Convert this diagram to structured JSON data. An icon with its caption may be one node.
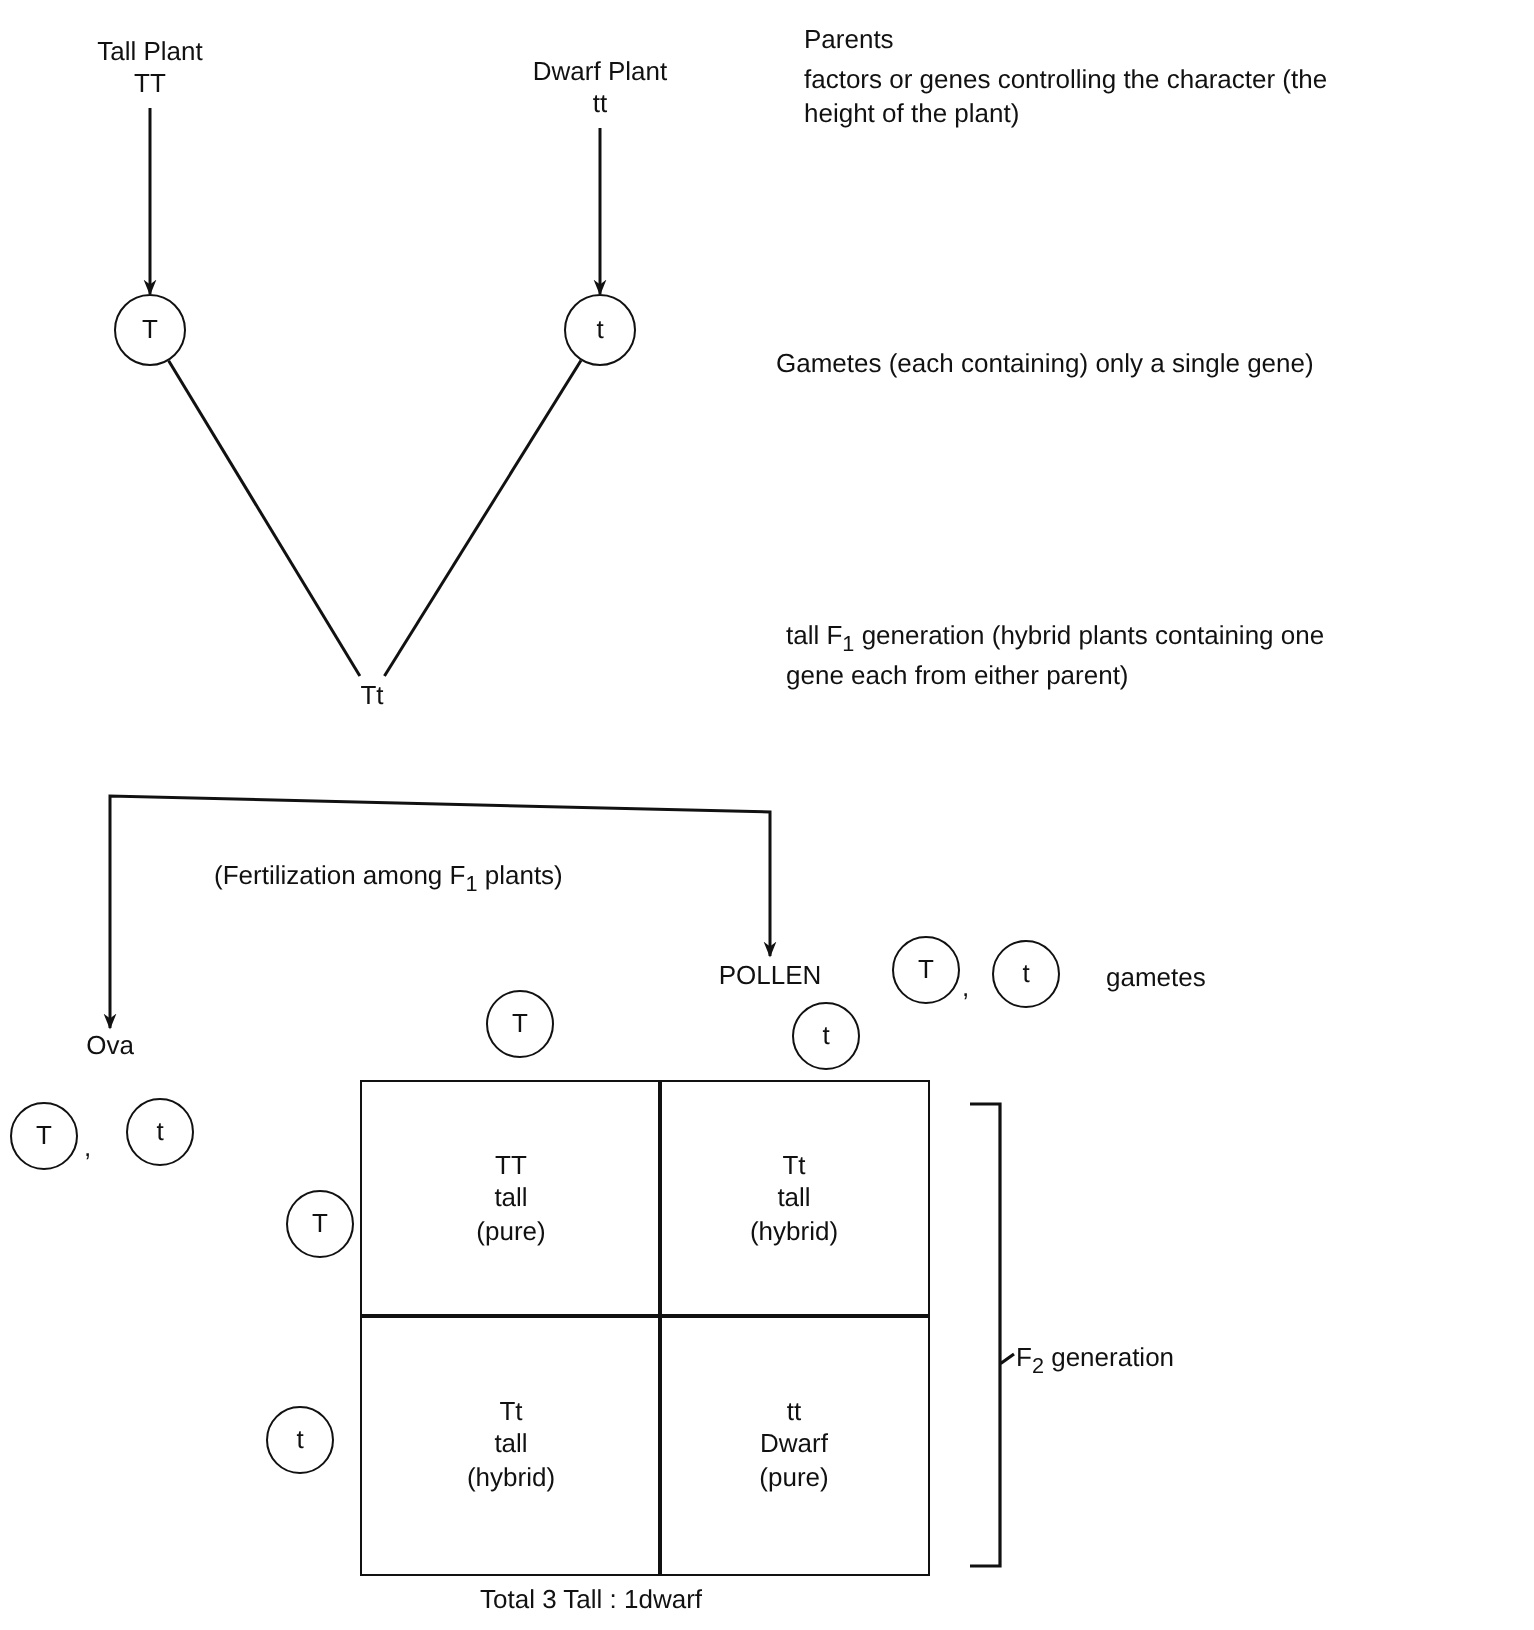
{
  "diagram": {
    "nodes": [
      {
        "text": [
          "Tall Plant",
          "TT"
        ]
      },
      {
        "text": [
          "Dwarf Plant",
          "tt"
        ]
      },
      {
        "text": [
          "T"
        ]
      },
      {
        "text": [
          "t"
        ]
      },
      {
        "text": [
          "Tt"
        ]
      },
      {
        "text": [
          "POLLEN"
        ]
      },
      {
        "text": [
          "T"
        ]
      },
      {
        "text": [
          "t"
        ]
      },
      {
        "text": [
          "T"
        ]
      },
      {
        "text": [
          "t"
        ]
      },
      {
        "text": [
          "Ova"
        ]
      },
      {
        "text": [
          "T"
        ]
      },
      {
        "text": [
          "t"
        ]
      },
      {
        "text": [
          "T"
        ]
      },
      {
        "text": [
          "t"
        ]
      },
      {
        "text": [
          "TT",
          "tall",
          "(pure)"
        ]
      },
      {
        "text": [
          "Tt",
          "tall",
          "(hybrid)"
        ]
      },
      {
        "text": [
          "Tt",
          "tall",
          "(hybrid)"
        ]
      },
      {
        "text": [
          "tt",
          "Dwarf",
          "(pure)"
        ]
      }
    ],
    "edges": [
      {
        "from": 0,
        "to": 2,
        "arrow": "to"
      },
      {
        "from": 1,
        "to": 3,
        "arrow": "to"
      },
      {
        "from": 2,
        "to": 4,
        "arrow": "none"
      },
      {
        "from": 3,
        "to": 4,
        "arrow": "none"
      },
      {
        "from": 10,
        "to": 5,
        "arrow": "both",
        "label": "(Fertilization among F$_{1}$ plants)"
      }
    ],
    "labels": [
      "Parents",
      "factors or genes controlling the character (the height of the plant)",
      "Gametes (each containing) only a single gene)",
      "tall F$_{1}$ generation (hybrid plants containing one gene each from either parent)",
      ",",
      "gametes",
      ",",
      "F$_{2}$ generation",
      "Total 3 Tall : 1dwarf"
    ]
  }
}
